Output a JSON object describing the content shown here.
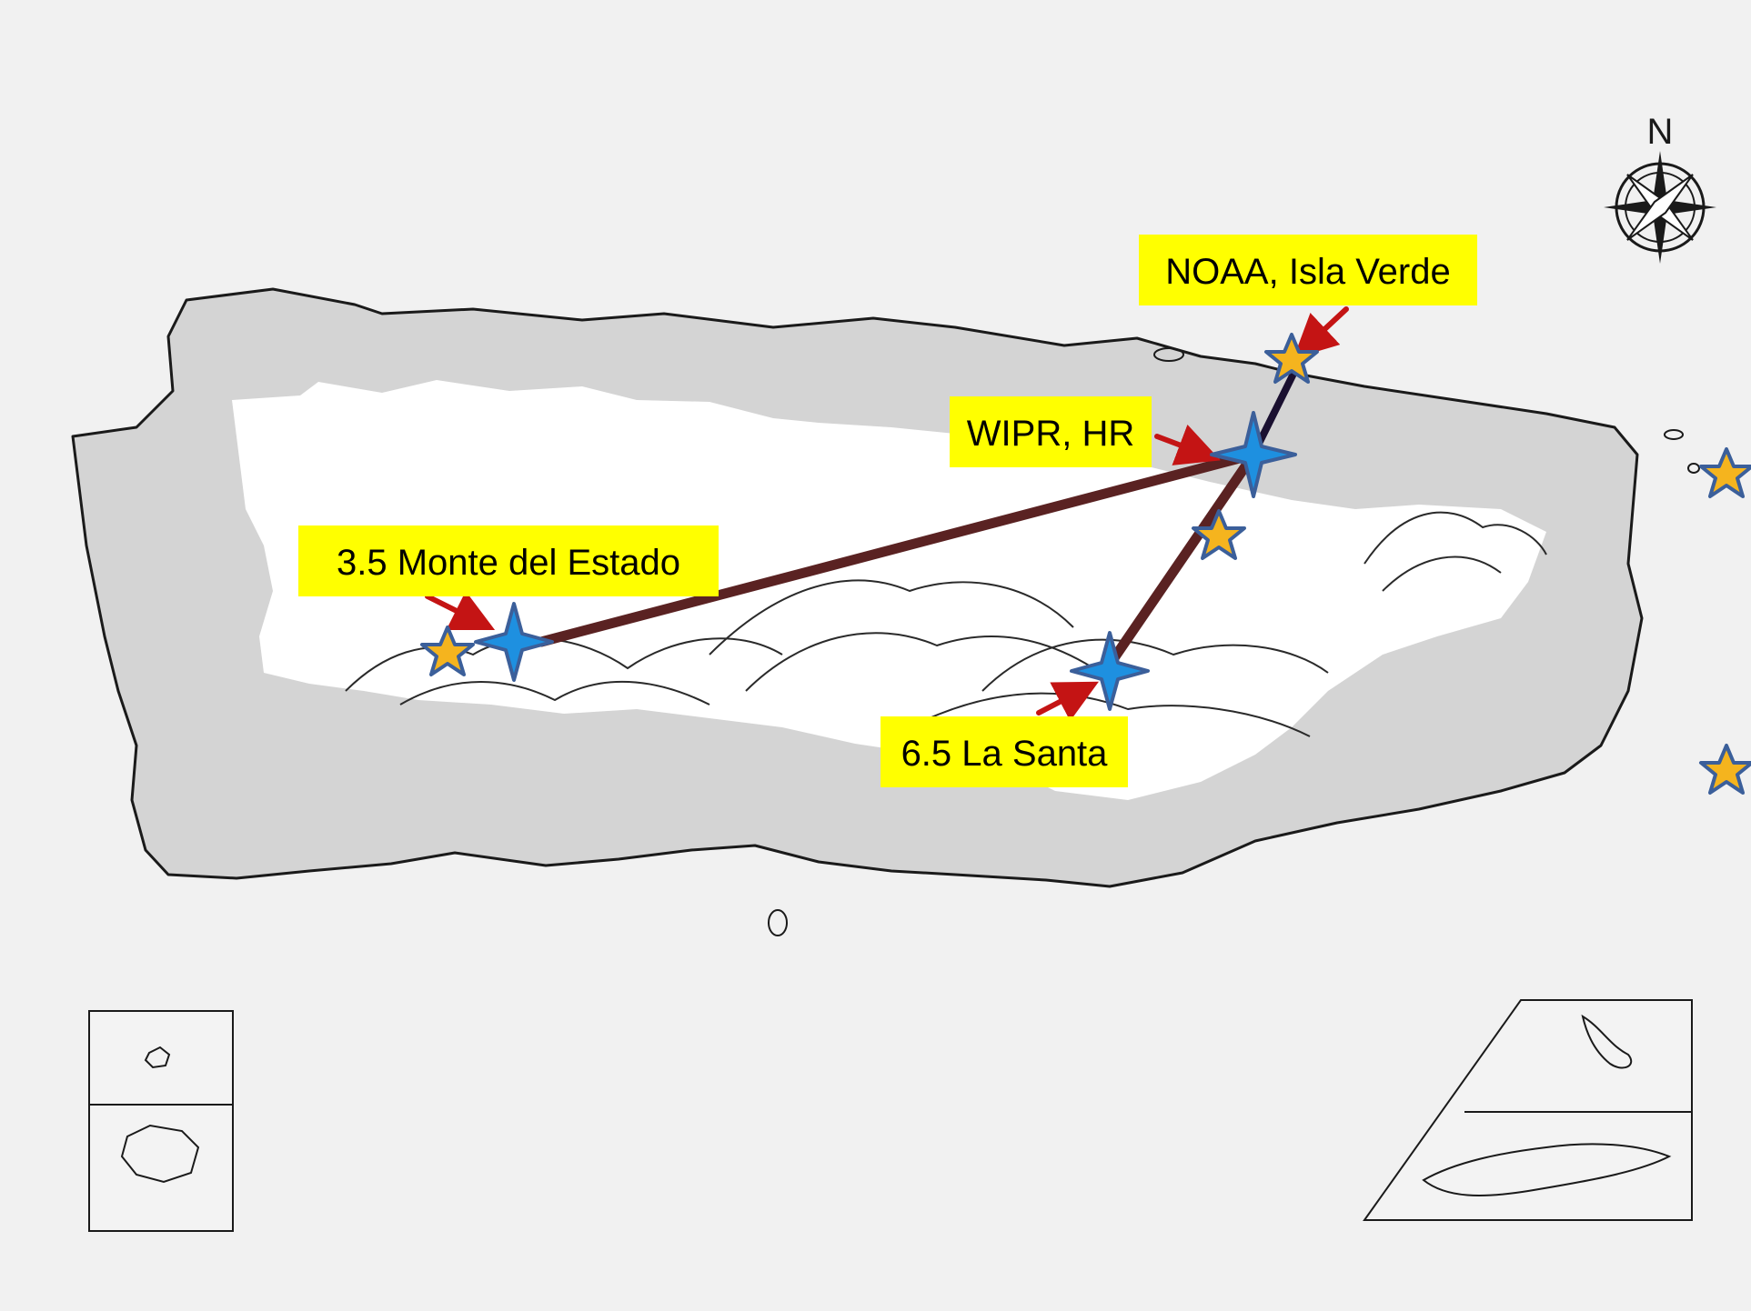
{
  "compass": {
    "label": "N"
  },
  "labels": {
    "noaa": "NOAA, Isla Verde",
    "wipr": "WIPR, HR",
    "monte": "3.5 Monte del Estado",
    "santa": "6.5 La Santa"
  },
  "colors": {
    "sea": "#f1f1f1",
    "island_fill": "#d4d4d4",
    "highland_fill": "#ffffff",
    "coast_stroke": "#1a1a1a",
    "link_line": "#5a2222",
    "link_line_north": "#1a1030",
    "arrow": "#c41414",
    "label_bg": "#ffff00",
    "star_blue": "#1e90e0",
    "star_gold": "#f5b41e",
    "star_outline": "#3b5f9a"
  }
}
